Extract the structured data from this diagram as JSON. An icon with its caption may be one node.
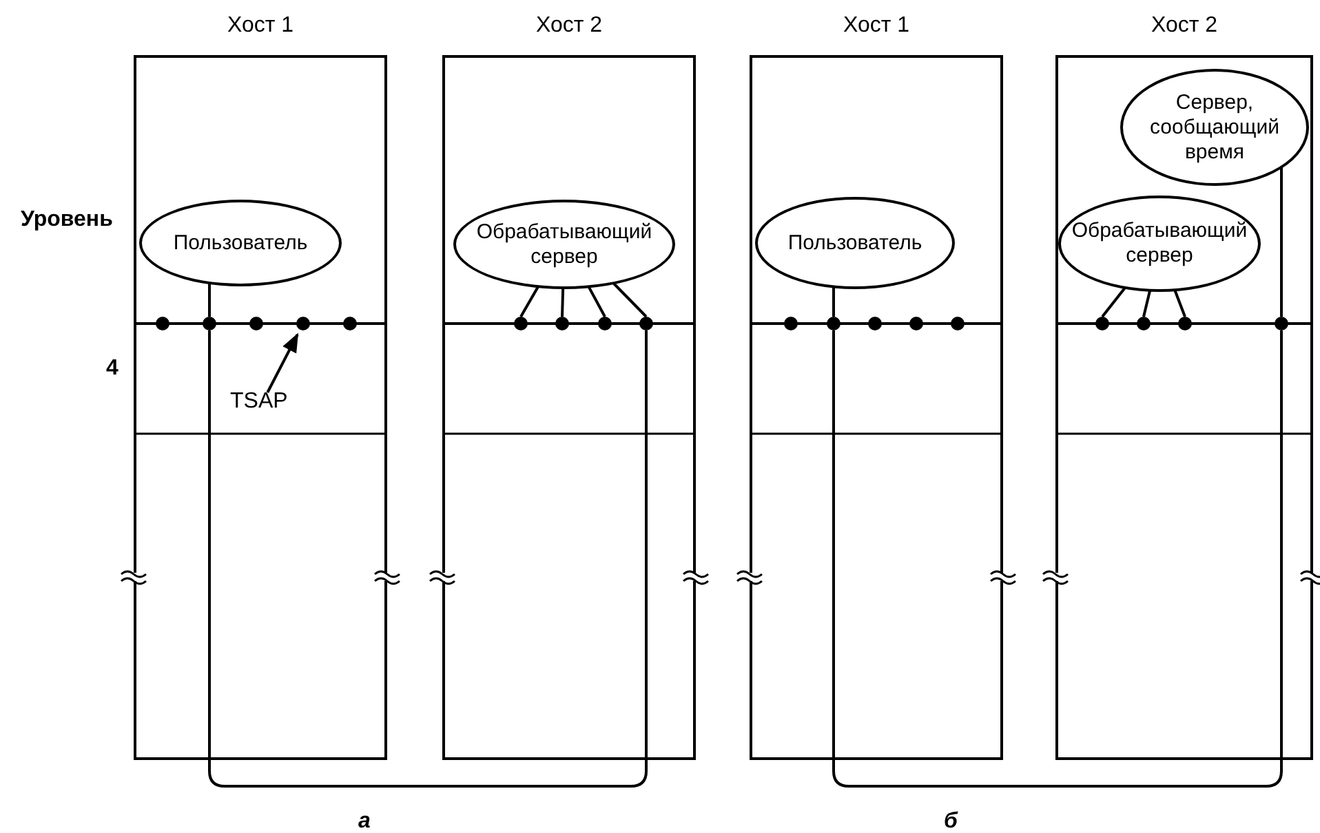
{
  "diagram": {
    "nodes": [
      {
        "text": [
          "Хост 1"
        ]
      },
      {
        "text": [
          "Пользователь"
        ],
        "in": 0
      },
      {
        "text": [],
        "shape": "circle",
        "in": 0
      },
      {
        "text": [],
        "shape": "circle",
        "in": 0
      },
      {
        "text": [],
        "shape": "circle",
        "in": 0
      },
      {
        "text": [],
        "shape": "circle",
        "in": 0
      },
      {
        "text": [],
        "shape": "circle",
        "in": 0
      },
      {
        "text": [
          "Хост 2"
        ]
      },
      {
        "text": [
          "Обрабатывающий сервер"
        ],
        "in": 7
      },
      {
        "text": [],
        "shape": "circle",
        "in": 7
      },
      {
        "text": [],
        "shape": "circle",
        "in": 7
      },
      {
        "text": [],
        "shape": "circle",
        "in": 7
      },
      {
        "text": [],
        "shape": "circle",
        "in": 7
      },
      {
        "text": [
          "Хост 1"
        ]
      },
      {
        "text": [
          "Пользователь"
        ],
        "in": 13
      },
      {
        "text": [],
        "shape": "circle",
        "in": 13
      },
      {
        "text": [],
        "shape": "circle",
        "in": 13
      },
      {
        "text": [],
        "shape": "circle",
        "in": 13
      },
      {
        "text": [],
        "shape": "circle",
        "in": 13
      },
      {
        "text": [],
        "shape": "circle",
        "in": 13
      },
      {
        "text": [
          "Хост 2"
        ]
      },
      {
        "text": [
          "Сервер, сообщающий время"
        ],
        "in": 20
      },
      {
        "text": [
          "Обрабатывающий сервер"
        ],
        "in": 20
      },
      {
        "text": [],
        "shape": "circle",
        "in": 20
      },
      {
        "text": [],
        "shape": "circle",
        "in": 20
      },
      {
        "text": [],
        "shape": "circle",
        "in": 20
      },
      {
        "text": [],
        "shape": "circle",
        "in": 20
      },
      {
        "text": [
          "TSAP"
        ],
        "in": 0
      }
    ],
    "edges": [
      {
        "from": 1,
        "to": 3,
        "arrow": "none"
      },
      {
        "from": 3,
        "to": 12,
        "arrow": "none"
      },
      {
        "from": 8,
        "to": 9,
        "arrow": "none"
      },
      {
        "from": 8,
        "to": 10,
        "arrow": "none"
      },
      {
        "from": 8,
        "to": 11,
        "arrow": "none"
      },
      {
        "from": 8,
        "to": 12,
        "arrow": "none"
      },
      {
        "from": 27,
        "to": 5,
        "arrow": "to"
      },
      {
        "from": 14,
        "to": 16,
        "arrow": "none"
      },
      {
        "from": 16,
        "to": 26,
        "arrow": "none"
      },
      {
        "from": 22,
        "to": 23,
        "arrow": "none"
      },
      {
        "from": 22,
        "to": 24,
        "arrow": "none"
      },
      {
        "from": 22,
        "to": 25,
        "arrow": "none"
      },
      {
        "from": 21,
        "to": 26,
        "arrow": "none"
      }
    ],
    "labels": [
      "Уровень",
      "4",
      "а",
      "б"
    ]
  }
}
